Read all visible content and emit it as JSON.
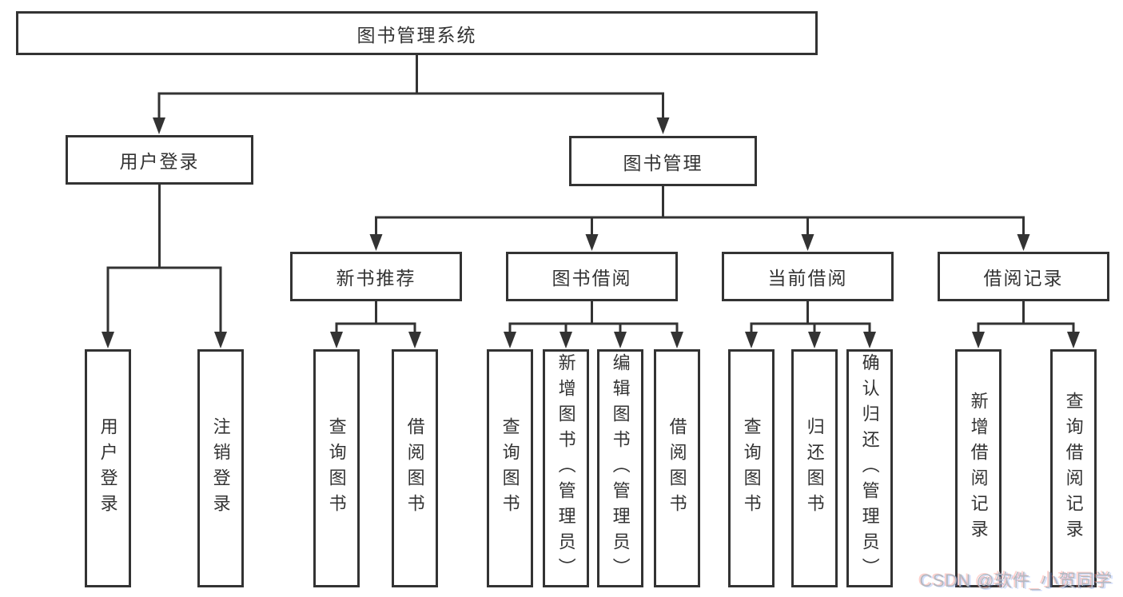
{
  "tree": {
    "label": "图书管理系统",
    "children": [
      {
        "label": "用户登录",
        "children": [
          {
            "label": "用户登录"
          },
          {
            "label": "注销登录"
          }
        ]
      },
      {
        "label": "图书管理",
        "children": [
          {
            "label": "新书推荐",
            "children": [
              {
                "label": "查询图书"
              },
              {
                "label": "借阅图书"
              }
            ]
          },
          {
            "label": "图书借阅",
            "children": [
              {
                "label": "查询图书"
              },
              {
                "label": "新增图书（管理员）"
              },
              {
                "label": "编辑图书（管理员）"
              },
              {
                "label": "借阅图书"
              }
            ]
          },
          {
            "label": "当前借阅",
            "children": [
              {
                "label": "查询图书"
              },
              {
                "label": "归还图书"
              },
              {
                "label": "确认归还（管理员）"
              }
            ]
          },
          {
            "label": "借阅记录",
            "children": [
              {
                "label": "新增借阅记录"
              },
              {
                "label": "查询借阅记录"
              }
            ]
          }
        ]
      }
    ]
  },
  "watermark": {
    "text": "CSDN @软件_小贺同学"
  },
  "colors": {
    "line": "#333333",
    "text": "#333333",
    "node_background": "#ffffff",
    "watermark": "#b4b9c1"
  }
}
